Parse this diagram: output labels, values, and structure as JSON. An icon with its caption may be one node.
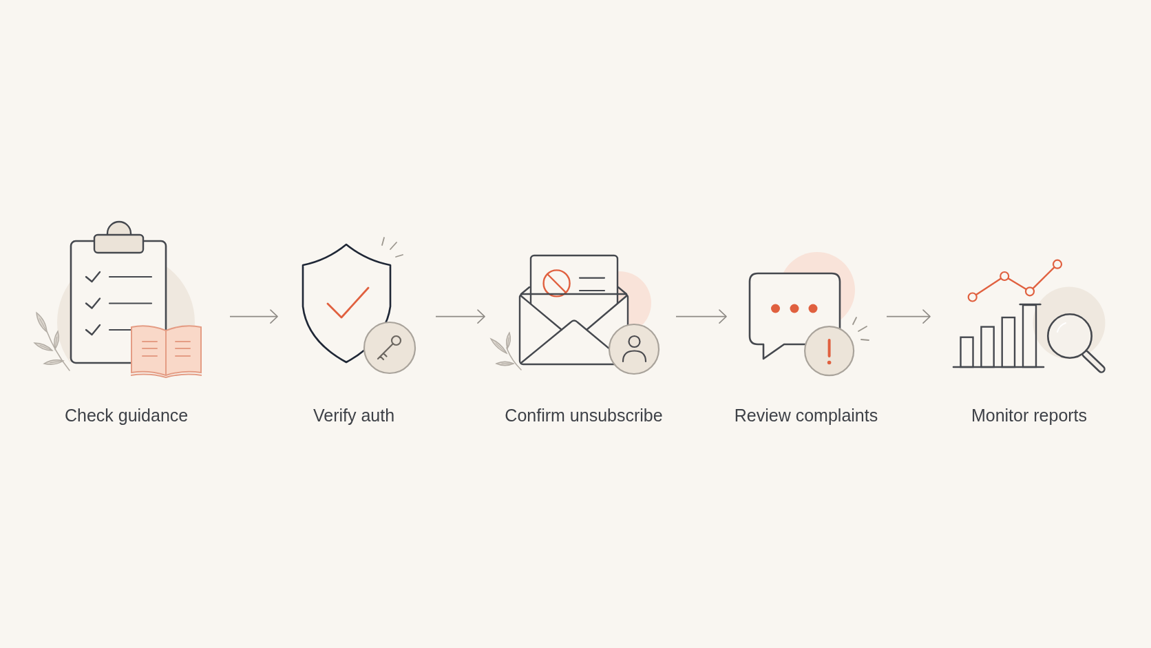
{
  "diagram": {
    "nodes": [
      {
        "text": [
          "Check guidance"
        ]
      },
      {
        "text": [
          "Verify auth"
        ]
      },
      {
        "text": [
          "Confirm unsubscribe"
        ]
      },
      {
        "text": [
          "Review complaints"
        ]
      },
      {
        "text": [
          "Monitor reports"
        ]
      }
    ],
    "edges": [
      {
        "from": 0,
        "to": 1,
        "arrow": "to"
      },
      {
        "from": 1,
        "to": 2,
        "arrow": "to"
      },
      {
        "from": 2,
        "to": 3,
        "arrow": "to"
      },
      {
        "from": 3,
        "to": 4,
        "arrow": "to"
      }
    ]
  }
}
